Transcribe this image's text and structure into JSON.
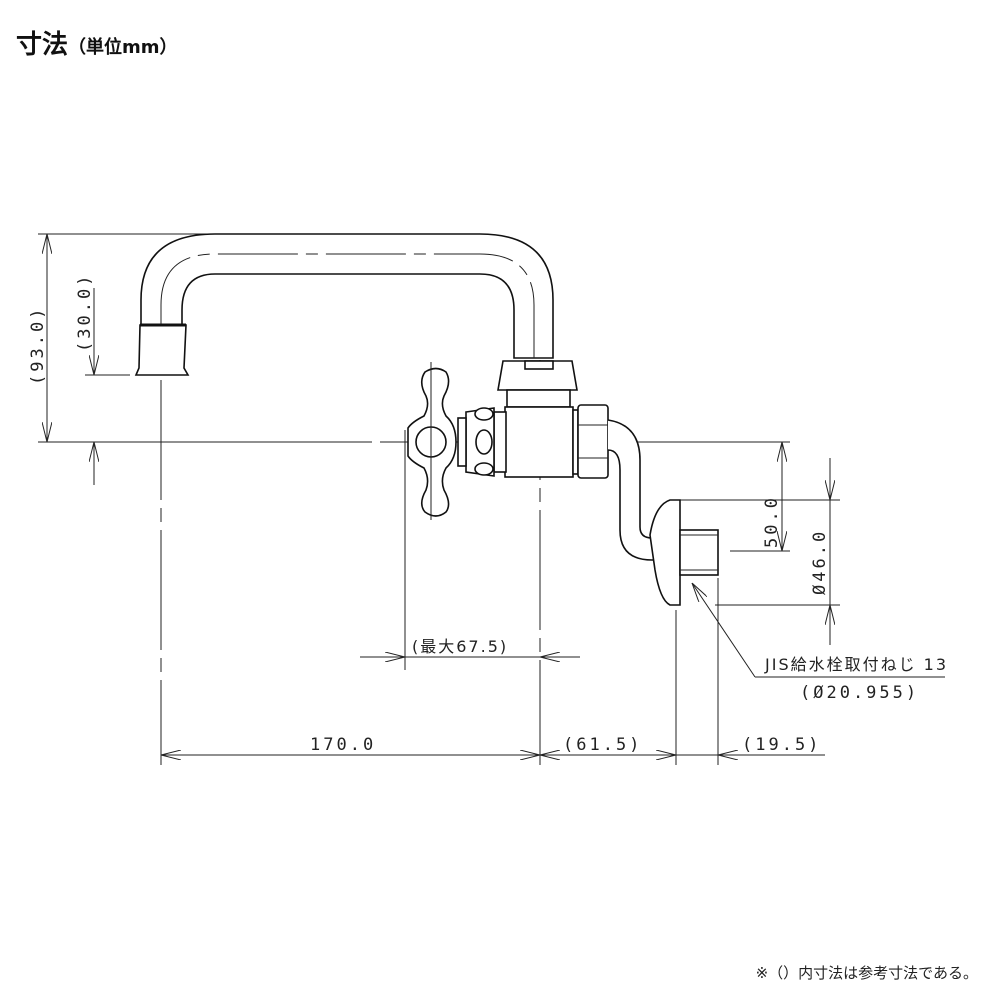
{
  "header": {
    "title": "寸法",
    "unit": "（単位mm）"
  },
  "dimensions": {
    "overall_height": "(93.0)",
    "spout_height": "(30.0)",
    "handle_max": "(最大67.5)",
    "spout_reach": "170.0",
    "body_offset": "(61.5)",
    "thread_length": "(19.5)",
    "outlet_offset": "50.0",
    "flange_dia": "Ø46.0"
  },
  "callout": {
    "thread_spec": "JIS給水栓取付ねじ 13",
    "thread_dia": "(Ø20.955)"
  },
  "footnote": "※（）内寸法は参考寸法である。"
}
